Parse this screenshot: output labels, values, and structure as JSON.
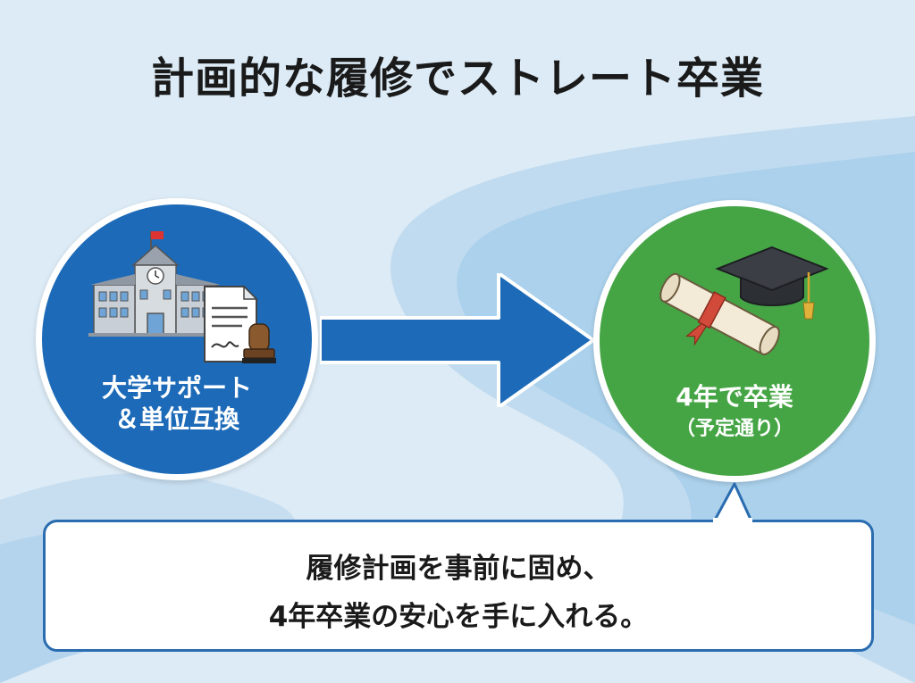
{
  "title": "計画的な履修でストレート卒業",
  "left_node": {
    "line1": "大学サポート",
    "line2": "＆単位互換",
    "color": "#1c6ab8"
  },
  "right_node": {
    "line1": "4年で卒業",
    "line2": "（予定通り）",
    "color": "#45a545"
  },
  "callout": {
    "line1": "履修計画を事前に固め、",
    "line2": "4年卒業の安心を手に入れる。",
    "border_color": "#2a6cb0"
  },
  "icons": {
    "left": [
      "university-building-icon",
      "document-icon",
      "stamp-icon",
      "flag-icon"
    ],
    "right": [
      "diploma-scroll-icon",
      "graduation-cap-icon"
    ]
  },
  "arrow_color": "#1c6ab8"
}
